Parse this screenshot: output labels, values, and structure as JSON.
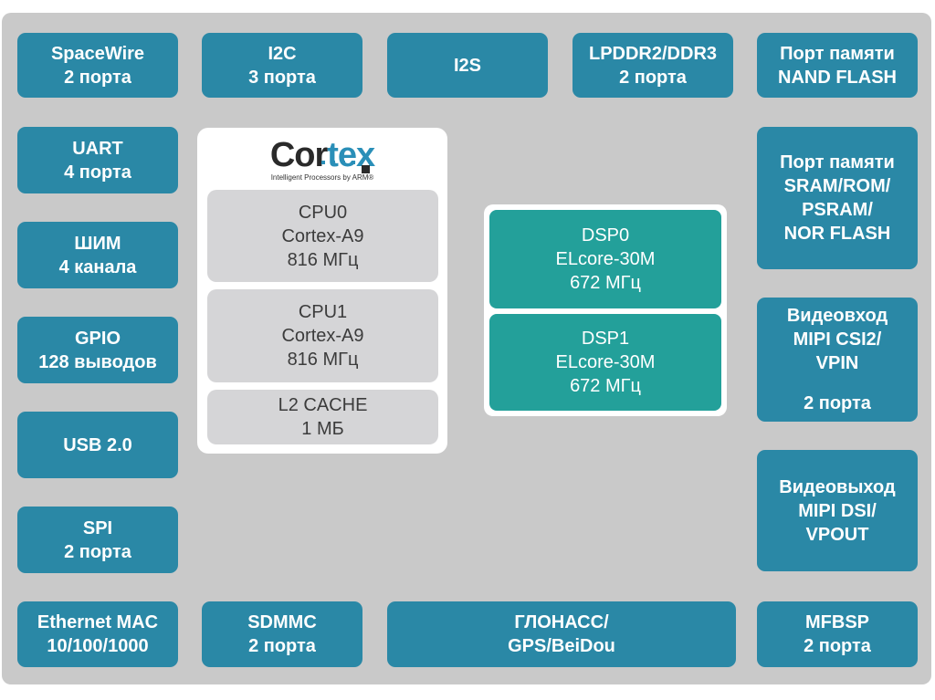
{
  "diagram": {
    "colors": {
      "background": "#c9c9c9",
      "interface_block": "#2a88a6",
      "dsp_block": "#23a09a",
      "cpu_block": "#d5d5d7",
      "frame": "#ffffff"
    },
    "top_row": [
      {
        "line1": "SpaceWire",
        "line2": "2 порта"
      },
      {
        "line1": "I2C",
        "line2": "3 порта"
      },
      {
        "line1": "I2S",
        "line2": ""
      },
      {
        "line1": "LPDDR2/DDR3",
        "line2": "2 порта"
      },
      {
        "line1": "Порт памяти",
        "line2": "NAND FLASH"
      }
    ],
    "left_column": [
      {
        "line1": "UART",
        "line2": "4 порта"
      },
      {
        "line1": "ШИМ",
        "line2": "4 канала"
      },
      {
        "line1": "GPIO",
        "line2": "128 выводов"
      },
      {
        "line1": "USB 2.0",
        "line2": ""
      },
      {
        "line1": "SPI",
        "line2": "2 порта"
      }
    ],
    "right_column": [
      {
        "lines": [
          "Порт памяти",
          "SRAM/ROM/",
          "PSRAM/",
          "NOR FLASH"
        ]
      },
      {
        "lines": [
          "Видеовход",
          "MIPI CSI2/",
          "VPIN",
          "",
          "2 порта"
        ]
      },
      {
        "lines": [
          "Видеовыход",
          "MIPI DSI/",
          "VPOUT"
        ]
      }
    ],
    "bottom_row": [
      {
        "line1": "Ethernet MAC",
        "line2": "10/100/1000"
      },
      {
        "line1": "SDMMC",
        "line2": "2 порта"
      },
      {
        "line1": "ГЛОНАСС/",
        "line2": "GPS/BeiDou"
      },
      {
        "line1": "MFBSP",
        "line2": "2 порта"
      }
    ],
    "cortex": {
      "logo_dark": "Cor",
      "logo_accent": "tex",
      "logo_tagline": "Intelligent Processors by ARM®",
      "cores": [
        {
          "line1": "CPU0",
          "line2": "Cortex-A9",
          "line3": "816 МГц"
        },
        {
          "line1": "CPU1",
          "line2": "Cortex-A9",
          "line3": "816 МГц"
        }
      ],
      "cache": {
        "line1": "L2 CACHE",
        "line2": "1 МБ"
      }
    },
    "dsp": [
      {
        "line1": "DSP0",
        "line2": "ELcore-30M",
        "line3": "672 МГц"
      },
      {
        "line1": "DSP1",
        "line2": "ELcore-30M",
        "line3": "672 МГц"
      }
    ]
  }
}
